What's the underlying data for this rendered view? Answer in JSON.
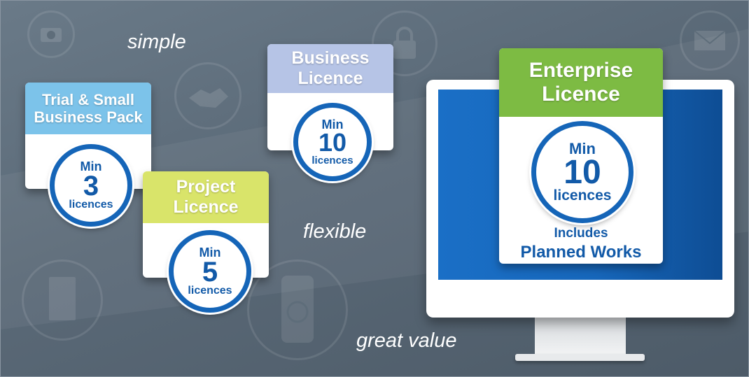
{
  "taglines": {
    "simple": "simple",
    "flexible": "flexible",
    "great_value": "great value"
  },
  "colors": {
    "trial": "#7cc3ea",
    "business": "#b6c4e6",
    "project": "#d9e46a",
    "enterprise": "#7dbb43",
    "ring": "#1565b8",
    "text_blue": "#125aa8"
  },
  "cards": {
    "trial": {
      "title": "Trial & Small\nBusiness Pack",
      "min": "Min",
      "count": "3",
      "unit": "licences"
    },
    "business": {
      "title": "Business\nLicence",
      "min": "Min",
      "count": "10",
      "unit": "licences"
    },
    "project": {
      "title": "Project\nLicence",
      "min": "Min",
      "count": "5",
      "unit": "licences"
    },
    "enterprise": {
      "title": "Enterprise\nLicence",
      "min": "Min",
      "count": "10",
      "unit": "licences",
      "includes": "Includes",
      "extra": "Planned Works"
    }
  },
  "background_icons": [
    "camera-icon",
    "handshake-icon",
    "lock-icon",
    "mail-icon",
    "document-icon",
    "wifi-phone-icon"
  ]
}
